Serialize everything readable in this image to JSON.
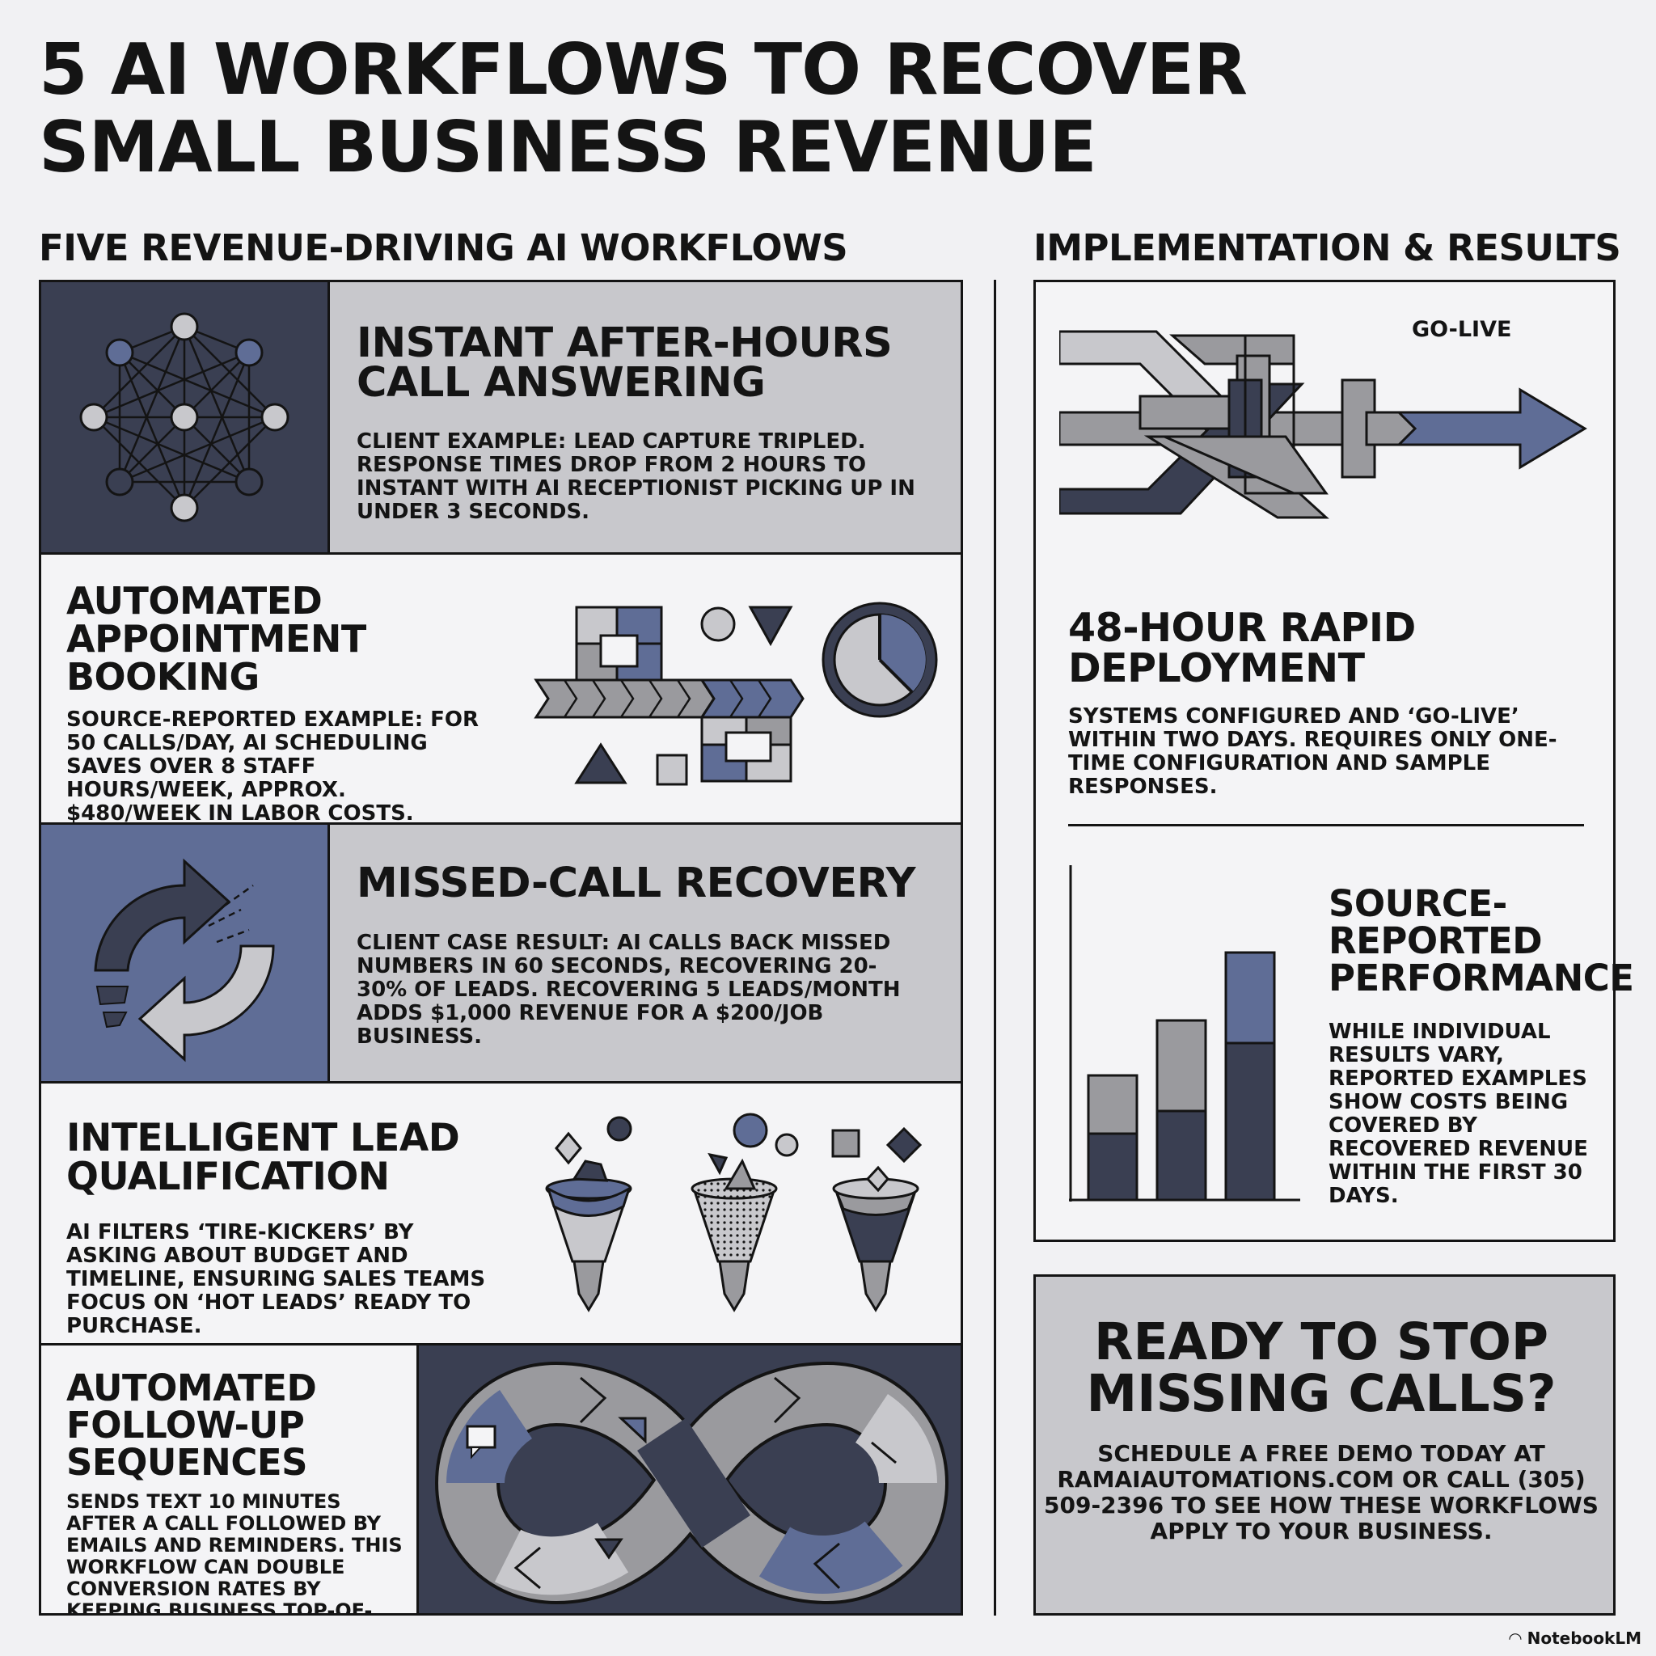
{
  "title": {
    "line1": "5 AI WORKFLOWS TO RECOVER",
    "line2": "SMALL BUSINESS REVENUE"
  },
  "left_section": "FIVE REVENUE-DRIVING AI WORKFLOWS",
  "right_section": "IMPLEMENTATION & RESULTS",
  "workflows": [
    {
      "title_l1": "INSTANT AFTER-HOURS",
      "title_l2": "CALL ANSWERING",
      "body": "CLIENT EXAMPLE: LEAD CAPTURE TRIPLED. RESPONSE TIMES DROP FROM 2 HOURS TO INSTANT WITH AI RECEPTIONIST PICKING UP IN UNDER 3 SECONDS.",
      "icon": "network-icon"
    },
    {
      "title_l1": "AUTOMATED",
      "title_l2": "APPOINTMENT",
      "title_l3": "BOOKING",
      "body": "SOURCE-REPORTED EXAMPLE: FOR 50 CALLS/DAY, AI SCHEDULING SAVES OVER 8 STAFF HOURS/WEEK, APPROX. $480/WEEK IN LABOR COSTS.",
      "icon": "calendar-clock-icon"
    },
    {
      "title_l1": "MISSED-CALL RECOVERY",
      "body": "CLIENT CASE RESULT: AI CALLS BACK MISSED NUMBERS IN 60 SECONDS, RECOVERING 20-30% OF LEADS. RECOVERING 5 LEADS/MONTH ADDS $1,000 REVENUE FOR A $200/JOB BUSINESS.",
      "icon": "recycle-arrows-icon"
    },
    {
      "title_l1": "INTELLIGENT LEAD",
      "title_l2": "QUALIFICATION",
      "body": "AI FILTERS ‘TIRE-KICKERS’ BY ASKING ABOUT BUDGET AND TIMELINE, ENSURING SALES TEAMS FOCUS ON ‘HOT LEADS’ READY TO PURCHASE.",
      "icon": "funnel-icon"
    },
    {
      "title_l1": "AUTOMATED",
      "title_l2": "FOLLOW-UP",
      "title_l3": "SEQUENCES",
      "body": "SENDS TEXT 10 MINUTES AFTER A CALL FOLLOWED BY EMAILS AND REMINDERS. THIS WORKFLOW CAN DOUBLE CONVERSION RATES BY KEEPING BUSINESS TOP-OF-MIND.",
      "icon": "infinity-loop-icon"
    }
  ],
  "deployment": {
    "go_live": "GO-LIVE",
    "title_l1": "48-HOUR RAPID",
    "title_l2": "DEPLOYMENT",
    "body": "SYSTEMS CONFIGURED AND ‘GO-LIVE’ WITHIN TWO DAYS. REQUIRES ONLY ONE-TIME CONFIGURATION AND SAMPLE RESPONSES."
  },
  "performance": {
    "title_l1": "SOURCE-",
    "title_l2": "REPORTED",
    "title_l3": "PERFORMANCE",
    "body": "WHILE INDIVIDUAL RESULTS VARY, REPORTED EXAMPLES SHOW COSTS BEING COVERED BY RECOVERED REVENUE WITHIN THE FIRST 30 DAYS."
  },
  "cta": {
    "title_l1": "READY TO STOP",
    "title_l2": "MISSING CALLS?",
    "body": "SCHEDULE A FREE DEMO TODAY AT RAMAIAUTOMATIONS.COM OR CALL (305) 509-2396 TO SEE HOW THESE WORKFLOWS APPLY TO YOUR BUSINESS."
  },
  "footer": "NotebookLM",
  "colors": {
    "dark": "#3a3f52",
    "blue": "#5f6d96",
    "gray": "#9a9a9e",
    "light": "#c8c8cc",
    "panel": "#f4f4f6",
    "ink": "#141414"
  }
}
